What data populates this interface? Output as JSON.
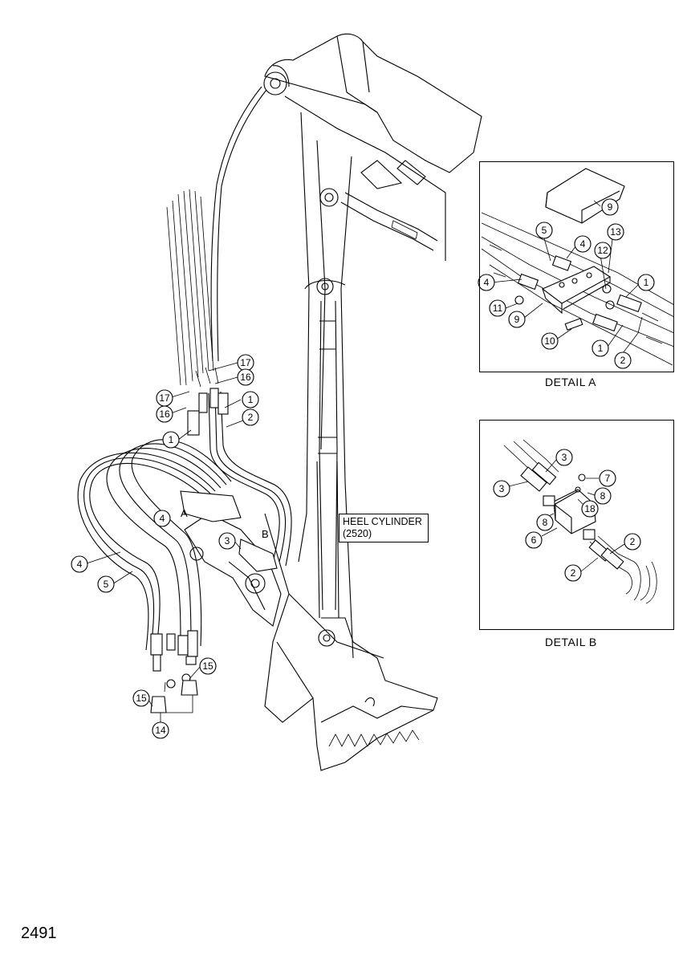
{
  "heel_cylinder": {
    "line1": "HEEL CYLINDER",
    "line2": "(2520)"
  },
  "detail_a": {
    "caption": "DETAIL A"
  },
  "detail_b": {
    "caption": "DETAIL B"
  },
  "port_labels": {
    "a": "A",
    "b": "B"
  },
  "page_number": "2491",
  "callouts_main": [
    "17",
    "16",
    "17",
    "16",
    "1",
    "2",
    "1",
    "4",
    "4",
    "5",
    "3",
    "15",
    "15",
    "14"
  ],
  "callouts_detail_a": [
    "9",
    "5",
    "4",
    "13",
    "12",
    "4",
    "1",
    "11",
    "9",
    "10",
    "1",
    "2"
  ],
  "callouts_detail_b": [
    "3",
    "3",
    "7",
    "8",
    "18",
    "8",
    "6",
    "2",
    "2"
  ]
}
